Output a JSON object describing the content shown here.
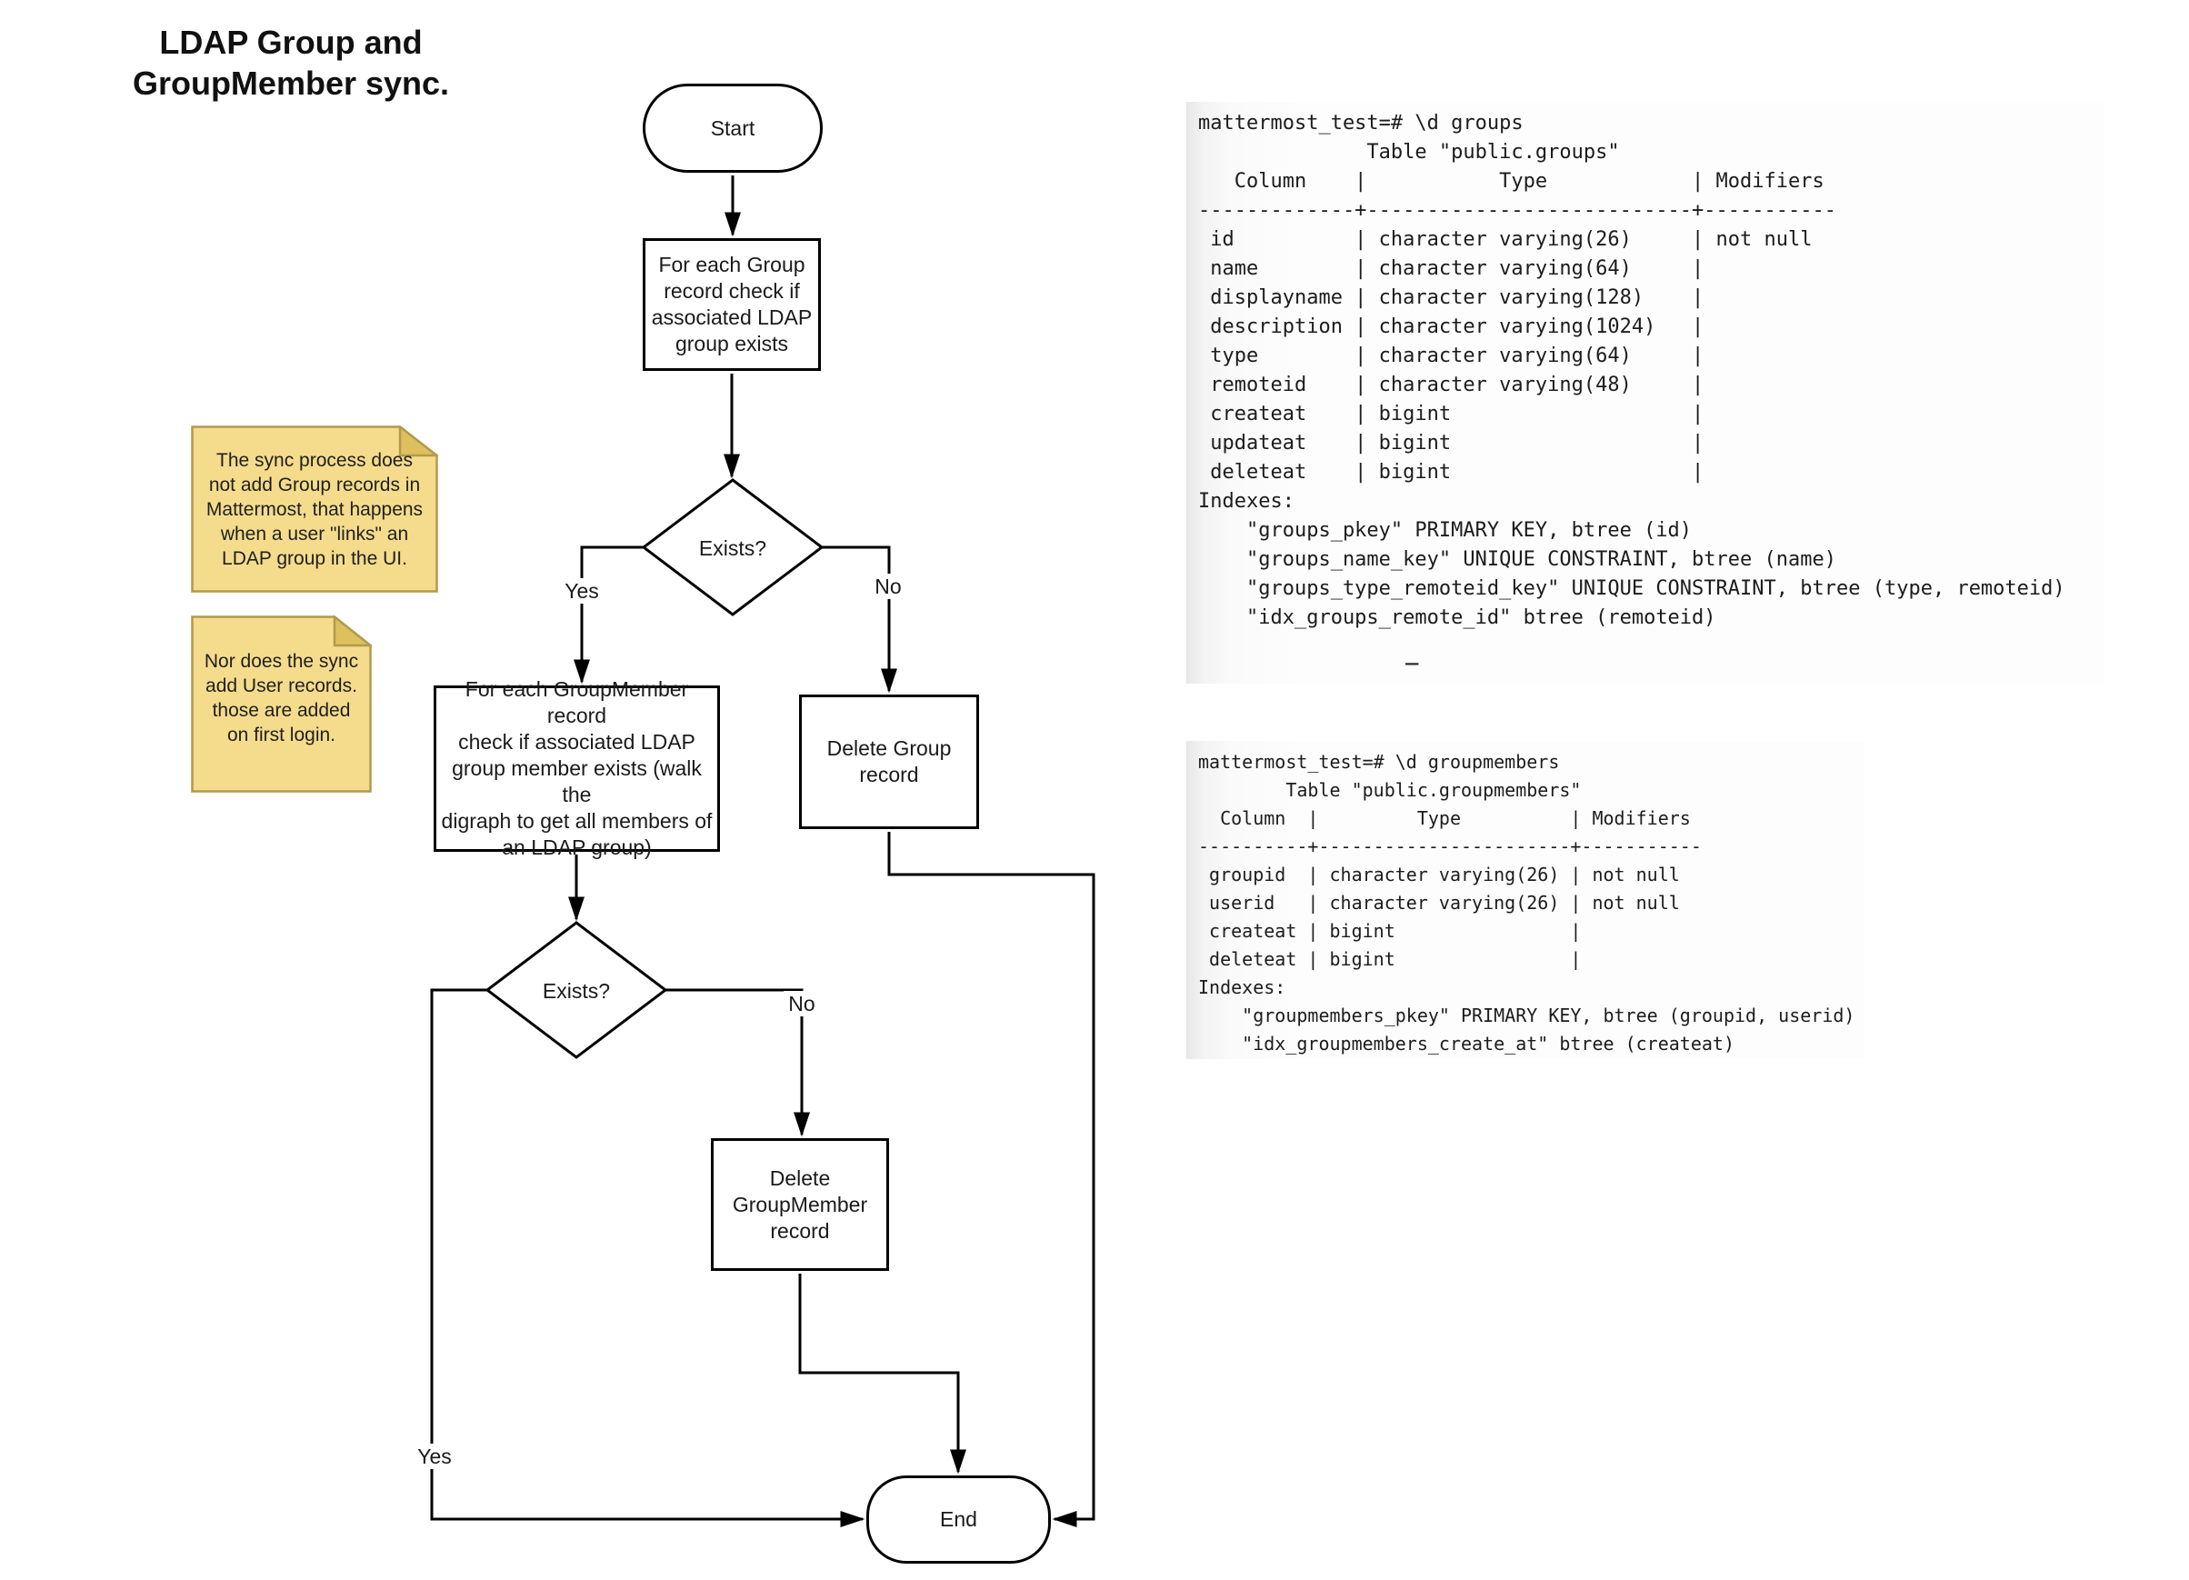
{
  "title": "LDAP Group and\nGroupMember sync.",
  "flowchart": {
    "start_label": "Start",
    "check_group_label": "For each Group\nrecord check if\nassociated LDAP\ngroup exists",
    "exists1_label": "Exists?",
    "yes1_label": "Yes",
    "no1_label": "No",
    "check_groupmember_label": "For each GroupMember record\ncheck if associated LDAP\ngroup member exists (walk the\ndigraph to get all members of\nan LDAP group)",
    "delete_group_label": "Delete Group\nrecord",
    "exists2_label": "Exists?",
    "yes2_label": "Yes",
    "no2_label": "No",
    "delete_groupmember_label": "Delete\nGroupMember\nrecord",
    "end_label": "End",
    "stroke_color": "#000000",
    "node_fill": "#ffffff"
  },
  "notes": {
    "note1_text": "The sync process does\nnot add Group records in\nMattermost, that happens\nwhen a user \"links\" an\nLDAP group in the UI.",
    "note2_text": "Nor does the sync\nadd User records.\nthose are added\non first login.",
    "fill": "#F5DC8C",
    "fold_fill": "#DFC05E",
    "border": "#B09A4D"
  },
  "terminal_groups": {
    "lines": [
      "mattermost_test=# \\d groups",
      "              Table \"public.groups\"",
      "   Column    |           Type            | Modifiers",
      "-------------+---------------------------+-----------",
      " id          | character varying(26)     | not null",
      " name        | character varying(64)     |",
      " displayname | character varying(128)    |",
      " description | character varying(1024)   |",
      " type        | character varying(64)     |",
      " remoteid    | character varying(48)     |",
      " createat    | bigint                    |",
      " updateat    | bigint                    |",
      " deleteat    | bigint                    |",
      "Indexes:",
      "    \"groups_pkey\" PRIMARY KEY, btree (id)",
      "    \"groups_name_key\" UNIQUE CONSTRAINT, btree (name)",
      "    \"groups_type_remoteid_key\" UNIQUE CONSTRAINT, btree (type, remoteid)",
      "    \"idx_groups_remote_id\" btree (remoteid)"
    ],
    "cursor": "_"
  },
  "terminal_groupmembers": {
    "lines": [
      "mattermost_test=# \\d groupmembers",
      "        Table \"public.groupmembers\"",
      "  Column  |         Type          | Modifiers",
      "----------+-----------------------+-----------",
      " groupid  | character varying(26) | not null",
      " userid   | character varying(26) | not null",
      " createat | bigint                |",
      " deleteat | bigint                |",
      "Indexes:",
      "    \"groupmembers_pkey\" PRIMARY KEY, btree (groupid, userid)",
      "    \"idx_groupmembers_create_at\" btree (createat)"
    ]
  }
}
